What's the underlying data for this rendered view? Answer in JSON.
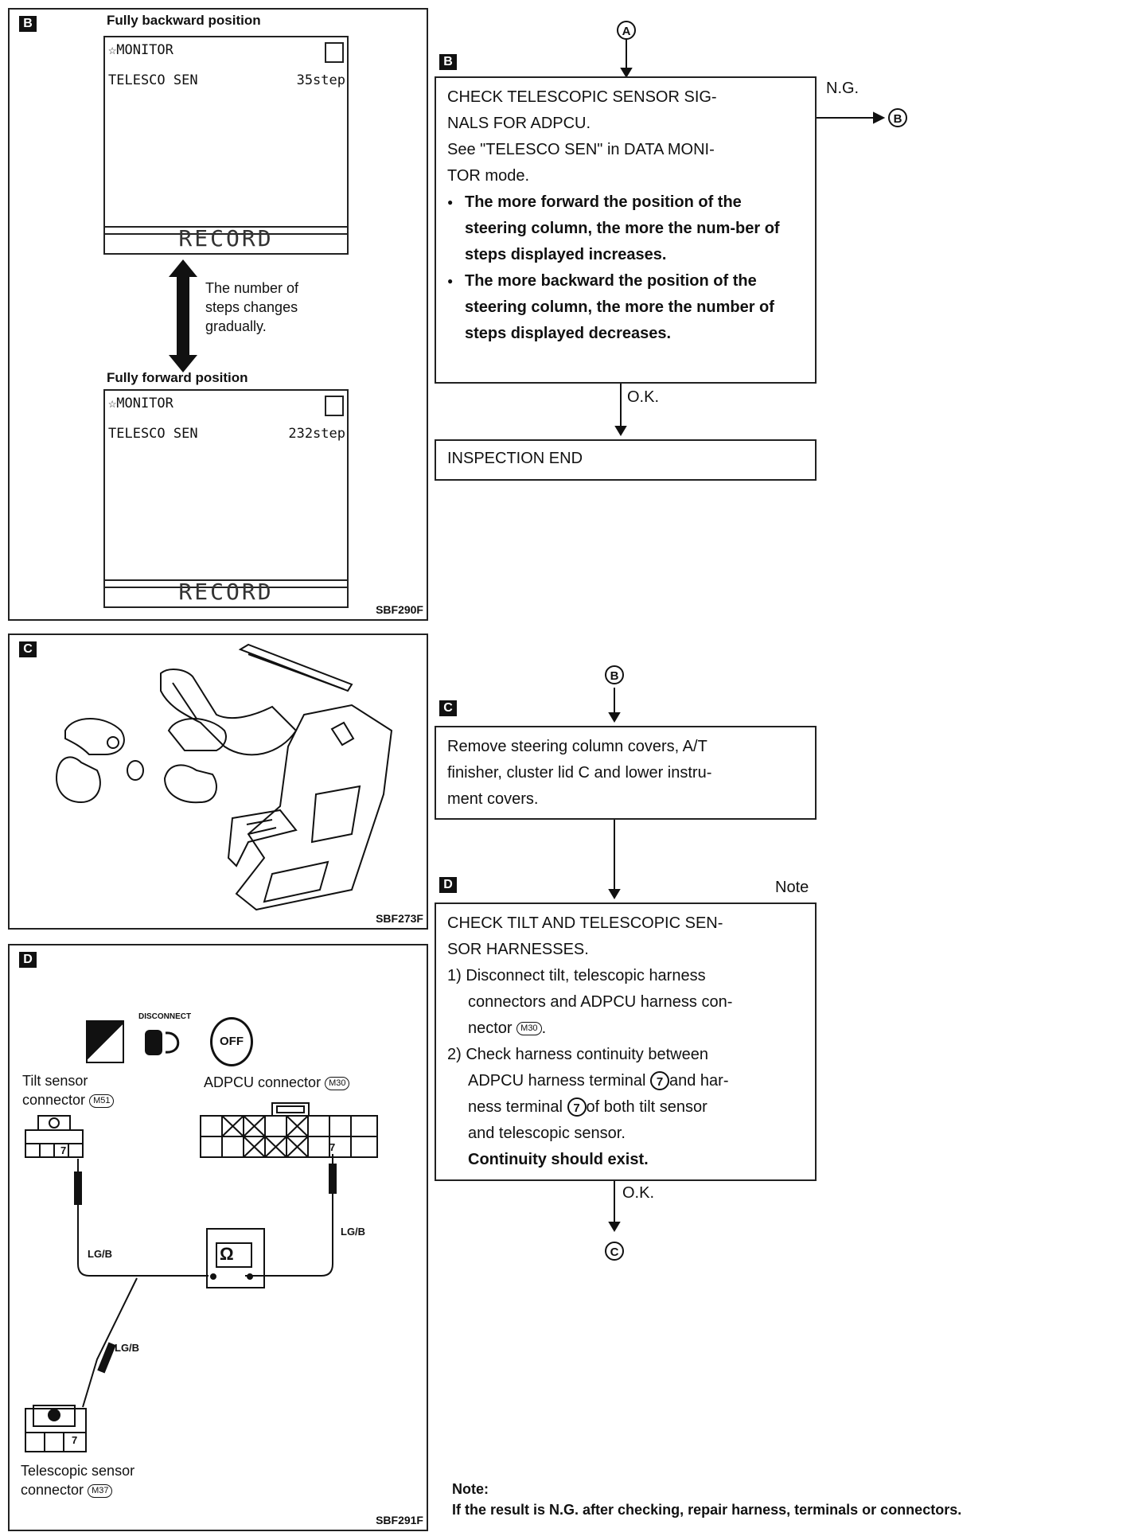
{
  "panel_b": {
    "badge": "B",
    "top_label": "Fully backward position",
    "top_screen": {
      "title": "☆MONITOR",
      "item": "TELESCO SEN",
      "value": "35step",
      "record": "RECORD"
    },
    "arrow_text": [
      "The number of",
      "steps changes",
      "gradually."
    ],
    "bottom_label": "Fully forward position",
    "bottom_screen": {
      "title": "☆MONITOR",
      "item": "TELESCO SEN",
      "value": "232step",
      "record": "RECORD"
    },
    "code": "SBF290F"
  },
  "panel_c": {
    "badge": "C",
    "code": "SBF273F"
  },
  "panel_d": {
    "badge": "D",
    "icons": {
      "disconnect": "DISCONNECT",
      "hs": "H.S.",
      "off": "OFF"
    },
    "tilt_label": [
      "Tilt sensor",
      "connector"
    ],
    "tilt_conn": "M51",
    "adpcu_label": "ADPCU connector",
    "adpcu_conn": "M30",
    "wire": "LG/B",
    "meter": "Ω",
    "terminal": "7",
    "tele_label": [
      "Telescopic sensor",
      "connector"
    ],
    "tele_conn": "M37",
    "code": "SBF291F"
  },
  "flow": {
    "entry_a": "A",
    "step_b": {
      "badge": "B",
      "lines": [
        "CHECK TELESCOPIC SENSOR SIG-",
        "NALS FOR ADPCU.",
        "See \"TELESCO SEN\" in DATA MONI-",
        "TOR mode."
      ],
      "bullets": [
        "The more forward the position of the steering column, the more the num-ber of steps displayed increases.",
        "The more backward the position of the steering column, the more the number of steps displayed decreases."
      ],
      "ng": "N.G.",
      "ng_target": "B",
      "ok": "O.K."
    },
    "end_box": "INSPECTION END",
    "entry_b": "B",
    "step_c": {
      "badge": "C",
      "text": [
        "Remove steering column covers, A/T",
        "finisher, cluster lid C and lower instru-",
        "ment covers."
      ]
    },
    "step_d": {
      "badge": "D",
      "note": "Note",
      "lines": [
        "CHECK TILT AND TELESCOPIC SEN-",
        "SOR HARNESSES."
      ],
      "item1": [
        "1) Disconnect tilt, telescopic harness",
        "connectors and ADPCU harness con-",
        "nector"
      ],
      "item1_conn": "M30",
      "item2": [
        "2) Check harness continuity between",
        "ADPCU harness terminal",
        "and har-",
        "ness terminal",
        "of both tilt sensor",
        "and telescopic sensor."
      ],
      "terminal": "7",
      "bold": "Continuity should exist.",
      "ok": "O.K.",
      "exit": "C"
    },
    "note": {
      "title": "Note:",
      "text": "If the result is N.G. after checking, repair harness, terminals or connectors."
    }
  }
}
